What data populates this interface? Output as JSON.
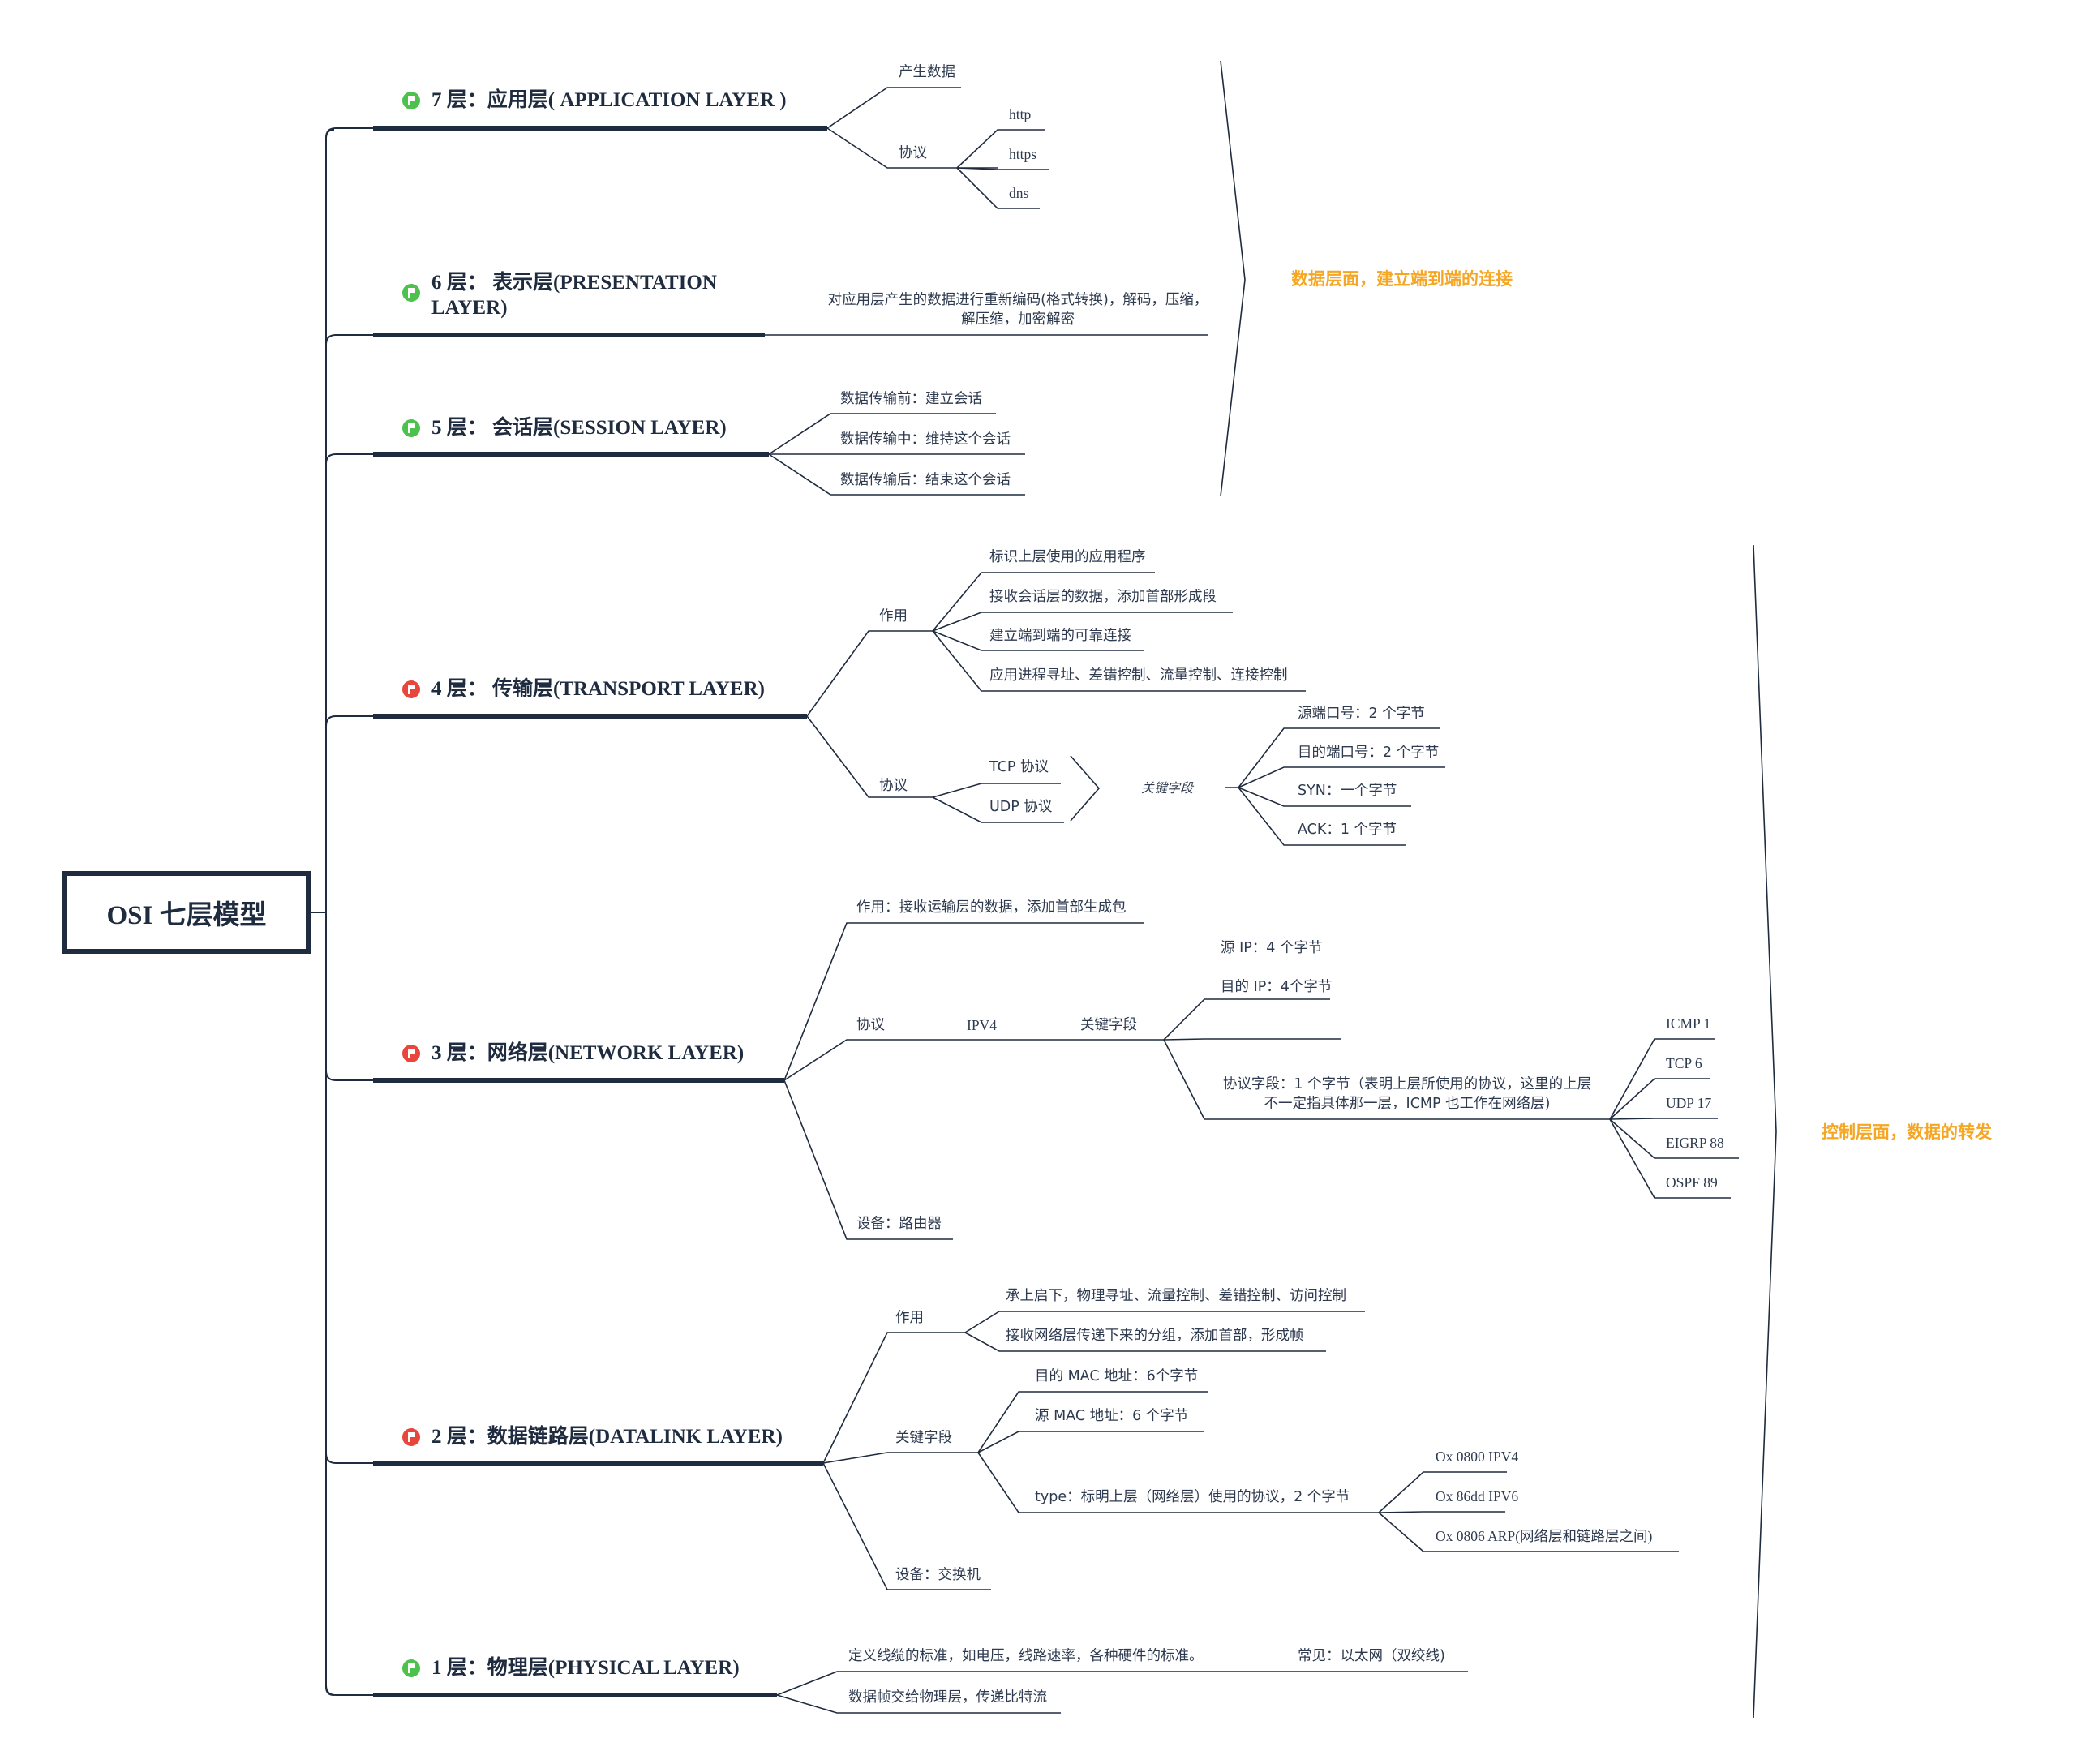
{
  "root": {
    "label": "OSI 七层模型"
  },
  "layers": {
    "l7": {
      "label": "7 层：应用层( APPLICATION LAYER )",
      "flag_color": "#4cc14c"
    },
    "l6": {
      "label": "6 层： 表示层(PRESENTATION LAYER)",
      "flag_color": "#4cc14c"
    },
    "l5": {
      "label": "5 层： 会话层(SESSION LAYER)",
      "flag_color": "#4cc14c"
    },
    "l4": {
      "label": "4 层： 传输层(TRANSPORT LAYER)",
      "flag_color": "#e8453c"
    },
    "l3": {
      "label": "3 层：网络层(NETWORK LAYER)",
      "flag_color": "#e8453c"
    },
    "l2": {
      "label": "2 层：数据链路层(DATALINK LAYER)",
      "flag_color": "#e8453c"
    },
    "l1": {
      "label": "1 层：物理层(PHYSICAL LAYER)",
      "flag_color": "#4cc14c"
    }
  },
  "l7": {
    "produce": "产生数据",
    "protocol": "协议",
    "protocols": [
      "http",
      "https",
      "dns"
    ]
  },
  "l6": {
    "desc": "对应用层产生的数据进行重新编码(格式转换)，解码，压缩，解压缩，加密解密"
  },
  "l5": {
    "items": [
      "数据传输前：建立会话",
      "数据传输中：维持这个会话",
      "数据传输后：结束这个会话"
    ]
  },
  "l4": {
    "function": "作用",
    "functions": [
      "标识上层使用的应用程序",
      "接收会话层的数据，添加首部形成段",
      "建立端到端的可靠连接",
      "应用进程寻址、差错控制、流量控制、连接控制"
    ],
    "protocol": "协议",
    "protocols": [
      "TCP 协议",
      "UDP 协议"
    ],
    "key_fields": "关键字段",
    "fields": [
      "源端口号：2 个字节",
      "目的端口号：2 个字节",
      "SYN：一个字节",
      "ACK：1 个字节"
    ]
  },
  "l3": {
    "function": "作用：接收运输层的数据，添加首部生成包",
    "protocol": "协议",
    "ipv4": "IPV4",
    "key_fields": "关键字段",
    "fields": [
      "源 IP：4 个字节",
      "目的 IP：4个字节"
    ],
    "proto_field": "协议字段：1 个字节（表明上层所使用的协议，这里的上层不一定指具体那一层，ICMP 也工作在网络层)",
    "proto_values": [
      "ICMP 1",
      "TCP 6",
      "UDP 17",
      "EIGRP 88",
      "OSPF 89"
    ],
    "device": "设备：路由器"
  },
  "l2": {
    "function": "作用",
    "functions": [
      "承上启下，物理寻址、流量控制、差错控制、访问控制",
      "接收网络层传递下来的分组，添加首部，形成帧"
    ],
    "key_fields": "关键字段",
    "fields": [
      "目的 MAC 地址：6个字节",
      "源 MAC 地址：6 个字节",
      "type：标明上层（网络层）使用的协议，2 个字节"
    ],
    "types": [
      "Ox 0800 IPV4",
      "Ox 86dd IPV6",
      "Ox 0806 ARP(网络层和链路层之间)"
    ],
    "device": "设备：交换机"
  },
  "l1": {
    "items": [
      "定义线缆的标准，如电压，线路速率，各种硬件的标准。",
      "数据帧交给物理层，传递比特流"
    ],
    "common": "常见：以太网（双绞线)"
  },
  "summaries": {
    "data_plane": "数据层面，建立端到端的连接",
    "control_plane": "控制层面，数据的转发"
  },
  "colors": {
    "line": "#1f2b3e",
    "accent": "#f5a623"
  }
}
